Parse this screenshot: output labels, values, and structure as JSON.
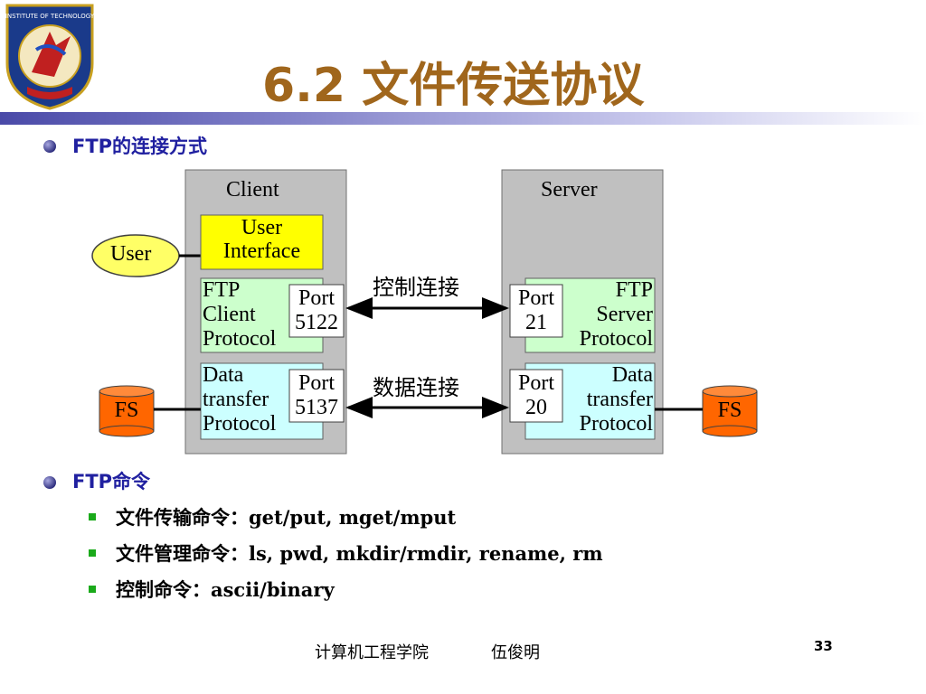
{
  "title": "6.2 文件传送协议",
  "bullets": [
    {
      "text": "FTP的连接方式"
    },
    {
      "text": "FTP命令"
    }
  ],
  "sub_bullets": [
    {
      "label": "文件传输命令：",
      "value": "get/put, mget/mput"
    },
    {
      "label": "文件管理命令：",
      "value": "ls, pwd, mkdir/rmdir, rename, rm"
    },
    {
      "label": "控制命令：",
      "value": "ascii/binary"
    }
  ],
  "diagram": {
    "client_label": "Client",
    "server_label": "Server",
    "user": "User",
    "ui_line1": "User",
    "ui_line2": "Interface",
    "ftp_client": [
      "FTP",
      "Client",
      "Protocol"
    ],
    "ftp_server": [
      "FTP",
      "Server",
      "Protocol"
    ],
    "data_client": [
      "Data",
      "transfer",
      "Protocol"
    ],
    "data_server": [
      "Data",
      "transfer",
      "Protocol"
    ],
    "port_5122": [
      "Port",
      "5122"
    ],
    "port_5137": [
      "Port",
      "5137"
    ],
    "port_21": [
      "Port",
      "21"
    ],
    "port_20": [
      "Port",
      "20"
    ],
    "control_conn": "控制连接",
    "data_conn": "数据连接",
    "fs_left": "FS",
    "fs_right": "FS"
  },
  "footer": {
    "school": "计算机工程学院",
    "author": "伍俊明",
    "page": "33"
  },
  "colors": {
    "title": "#a0661c",
    "bullet_text": "#2020a0",
    "ui_box": "#ffff00",
    "green_box": "#ccffcc",
    "cyan_box": "#ccffff",
    "fs": "#ff6600",
    "user_ellipse": "#ffff66"
  }
}
